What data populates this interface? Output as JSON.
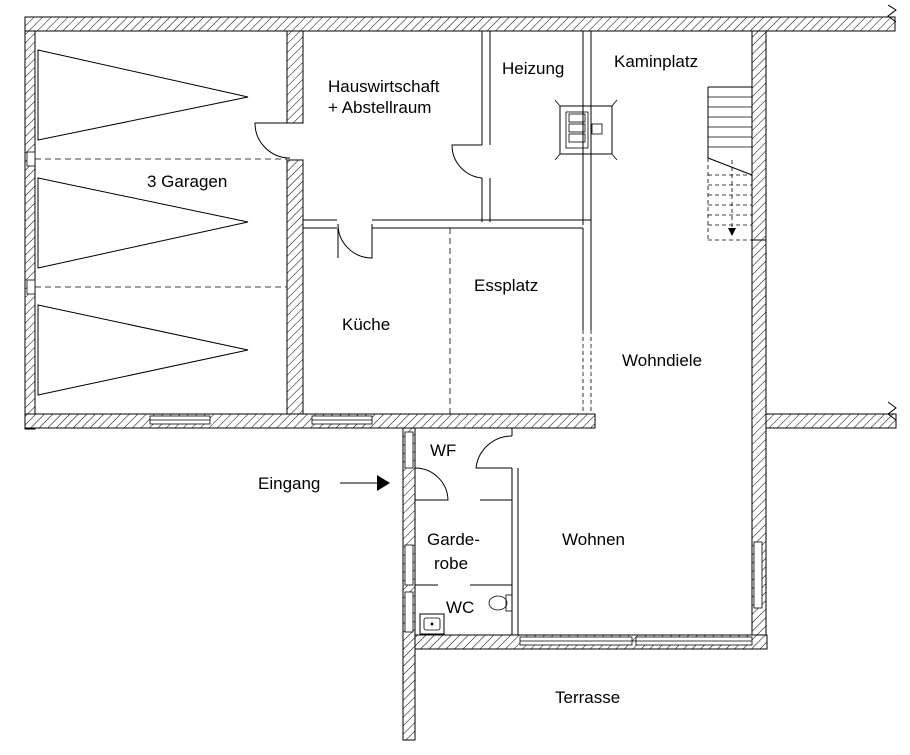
{
  "plan": {
    "rooms": [
      {
        "id": "garagen",
        "label": "3 Garagen"
      },
      {
        "id": "hauswirtschaft",
        "label": "Hauswirtschaft"
      },
      {
        "id": "abstellraum",
        "label": "+ Abstellraum"
      },
      {
        "id": "heizung",
        "label": "Heizung"
      },
      {
        "id": "kaminplatz",
        "label": "Kaminplatz"
      },
      {
        "id": "kueche",
        "label": "Küche"
      },
      {
        "id": "essplatz",
        "label": "Essplatz"
      },
      {
        "id": "wohndiele",
        "label": "Wohndiele"
      },
      {
        "id": "wf",
        "label": "WF"
      },
      {
        "id": "eingang",
        "label": "Eingang"
      },
      {
        "id": "garde",
        "label": "Garde-"
      },
      {
        "id": "robe",
        "label": "robe"
      },
      {
        "id": "wc",
        "label": "WC"
      },
      {
        "id": "wohnen",
        "label": "Wohnen"
      },
      {
        "id": "terrasse",
        "label": "Terrasse"
      }
    ]
  }
}
